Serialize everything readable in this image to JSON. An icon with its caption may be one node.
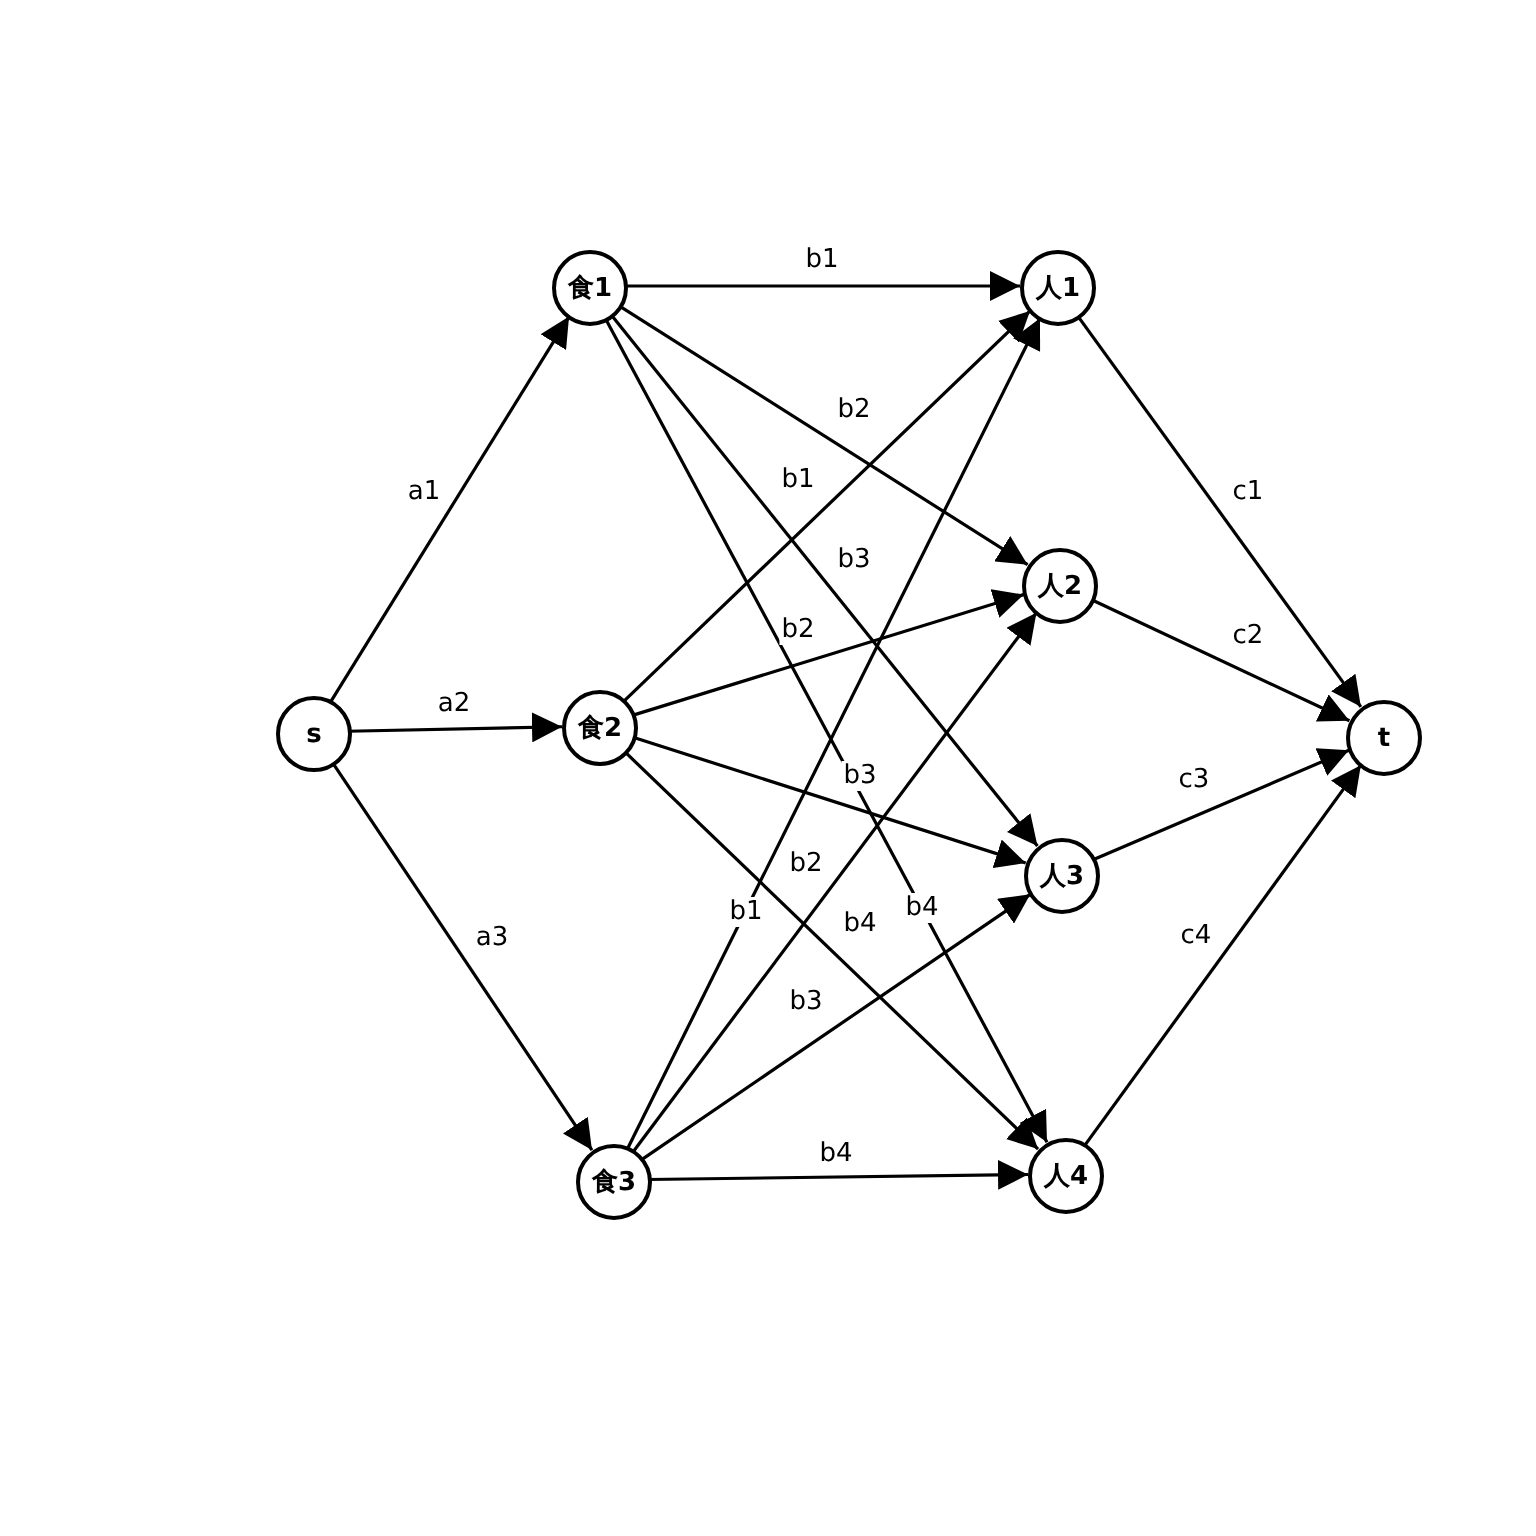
{
  "diagram": {
    "nodes": [
      {
        "text": [
          "s"
        ]
      },
      {
        "text": [
          "食1"
        ]
      },
      {
        "text": [
          "食2"
        ]
      },
      {
        "text": [
          "食3"
        ]
      },
      {
        "text": [
          "人1"
        ]
      },
      {
        "text": [
          "人2"
        ]
      },
      {
        "text": [
          "人3"
        ]
      },
      {
        "text": [
          "人4"
        ]
      },
      {
        "text": [
          "t"
        ]
      }
    ],
    "edges": [
      {
        "from": 0,
        "to": 1,
        "arrow": "to",
        "label": "a1"
      },
      {
        "from": 0,
        "to": 2,
        "arrow": "to",
        "label": "a2"
      },
      {
        "from": 0,
        "to": 3,
        "arrow": "to",
        "label": "a3"
      },
      {
        "from": 1,
        "to": 4,
        "arrow": "to",
        "label": "b1"
      },
      {
        "from": 1,
        "to": 5,
        "arrow": "to",
        "label": "b2"
      },
      {
        "from": 1,
        "to": 6,
        "arrow": "to",
        "label": "b3"
      },
      {
        "from": 1,
        "to": 7,
        "arrow": "to",
        "label": "b4"
      },
      {
        "from": 2,
        "to": 4,
        "arrow": "to",
        "label": "b1"
      },
      {
        "from": 2,
        "to": 5,
        "arrow": "to",
        "label": "b2"
      },
      {
        "from": 2,
        "to": 6,
        "arrow": "to",
        "label": "b3"
      },
      {
        "from": 2,
        "to": 7,
        "arrow": "to",
        "label": "b4"
      },
      {
        "from": 3,
        "to": 4,
        "arrow": "to",
        "label": "b1"
      },
      {
        "from": 3,
        "to": 5,
        "arrow": "to",
        "label": "b2"
      },
      {
        "from": 3,
        "to": 6,
        "arrow": "to",
        "label": "b3"
      },
      {
        "from": 3,
        "to": 7,
        "arrow": "to",
        "label": "b4"
      },
      {
        "from": 4,
        "to": 8,
        "arrow": "to",
        "label": "c1"
      },
      {
        "from": 5,
        "to": 8,
        "arrow": "to",
        "label": "c2"
      },
      {
        "from": 6,
        "to": 8,
        "arrow": "to",
        "label": "c3"
      },
      {
        "from": 7,
        "to": 8,
        "arrow": "to",
        "label": "c4"
      }
    ]
  }
}
